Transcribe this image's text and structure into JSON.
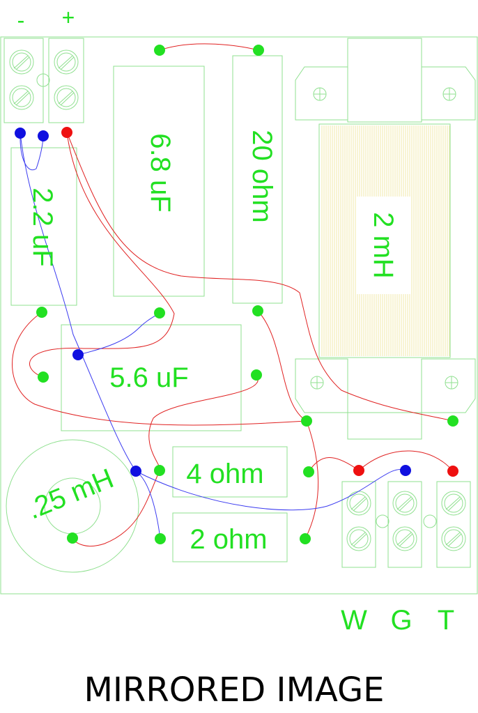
{
  "terminals_top": {
    "minus": "-",
    "plus": "+"
  },
  "components": {
    "cap_6_8": "6.8 uF",
    "res_20": "20 ohm",
    "inductor_2mh": "2 mH",
    "cap_2_2": "2.2 uF",
    "cap_5_6": "5.6 uF",
    "res_4": "4 ohm",
    "res_2": "2 ohm",
    "inductor_025": ".25 mH"
  },
  "terminals_bottom": {
    "w": "W",
    "g": "G",
    "t": "T"
  },
  "caption": "MIRRORED IMAGE",
  "colors": {
    "outline": "#8fe08f",
    "label": "#22e022",
    "pad": "#22e022",
    "blue_wire": "#3a3af0",
    "red_wire": "#e02020",
    "dot_blue": "#1010e0",
    "dot_red": "#ee1010",
    "coil_hatch": "#f2e8a8"
  }
}
